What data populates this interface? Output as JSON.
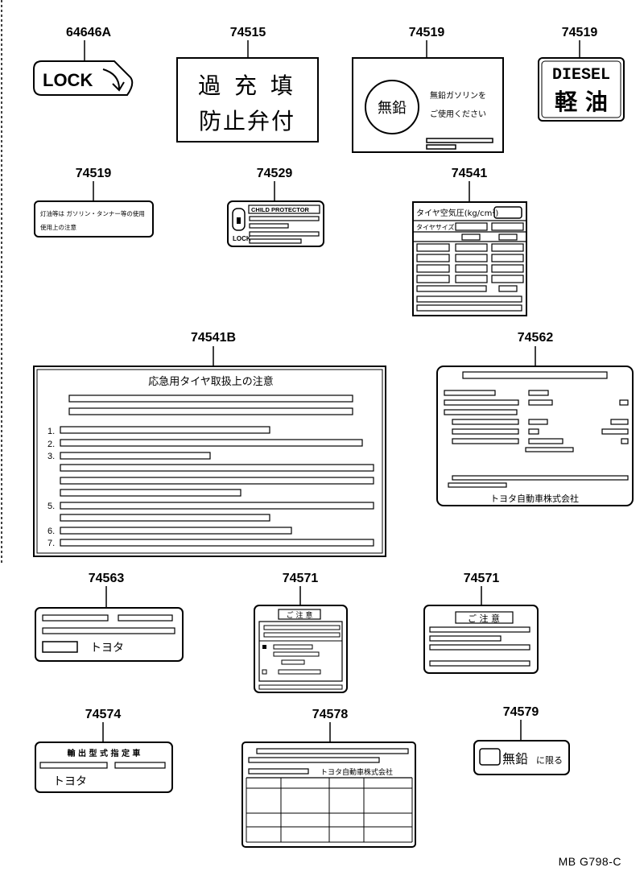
{
  "diagram_ref": "MB  G798-C",
  "parts": {
    "p64646a": "64646A",
    "p74515": "74515",
    "p74519a": "74519",
    "p74519b": "74519",
    "p74519c": "74519",
    "p74529": "74529",
    "p74541": "74541",
    "p74541b": "74541B",
    "p74562": "74562",
    "p74563": "74563",
    "p74571a": "74571",
    "p74571b": "74571",
    "p74574": "74574",
    "p74578": "74578",
    "p74579": "74579"
  },
  "labels": {
    "lock_big": "LOCK",
    "overfill_line1": "過 充 填",
    "overfill_line2": "防止弁付",
    "unleaded_circle": "無鉛",
    "unleaded_text1": "無鉛ガソリンを",
    "unleaded_text2": "ご使用ください",
    "diesel": "DIESEL",
    "light_oil": "軽 油",
    "fuel_warning_1": "灯油等は ガソリン・タンナー等の使用",
    "fuel_warning_2": "使用上の注意",
    "child_protector": "CHILD PROTECTOR",
    "lock_small": "LOCK",
    "tire_pressure": "タイヤ空気圧(kg/cm²)",
    "tire_size": "タイヤサイズ",
    "spare_tire_title": "応急用タイヤ取扱上の注意",
    "num_1": "1.",
    "num_2": "2.",
    "num_3": "3.",
    "num_5": "5.",
    "num_6": "6.",
    "num_7": "7.",
    "toyota_company": "トヨタ自動車株式会社",
    "toyota": "トヨタ",
    "caution_a": "ご 注 意",
    "caution_b": "ご 注 意",
    "type_approved": "輸 出 型 式 指 定 車",
    "toyota_company_2": "トヨタ自動車株式会社",
    "unleaded_only_a": "無鉛",
    "unleaded_only_b": "に限る"
  }
}
